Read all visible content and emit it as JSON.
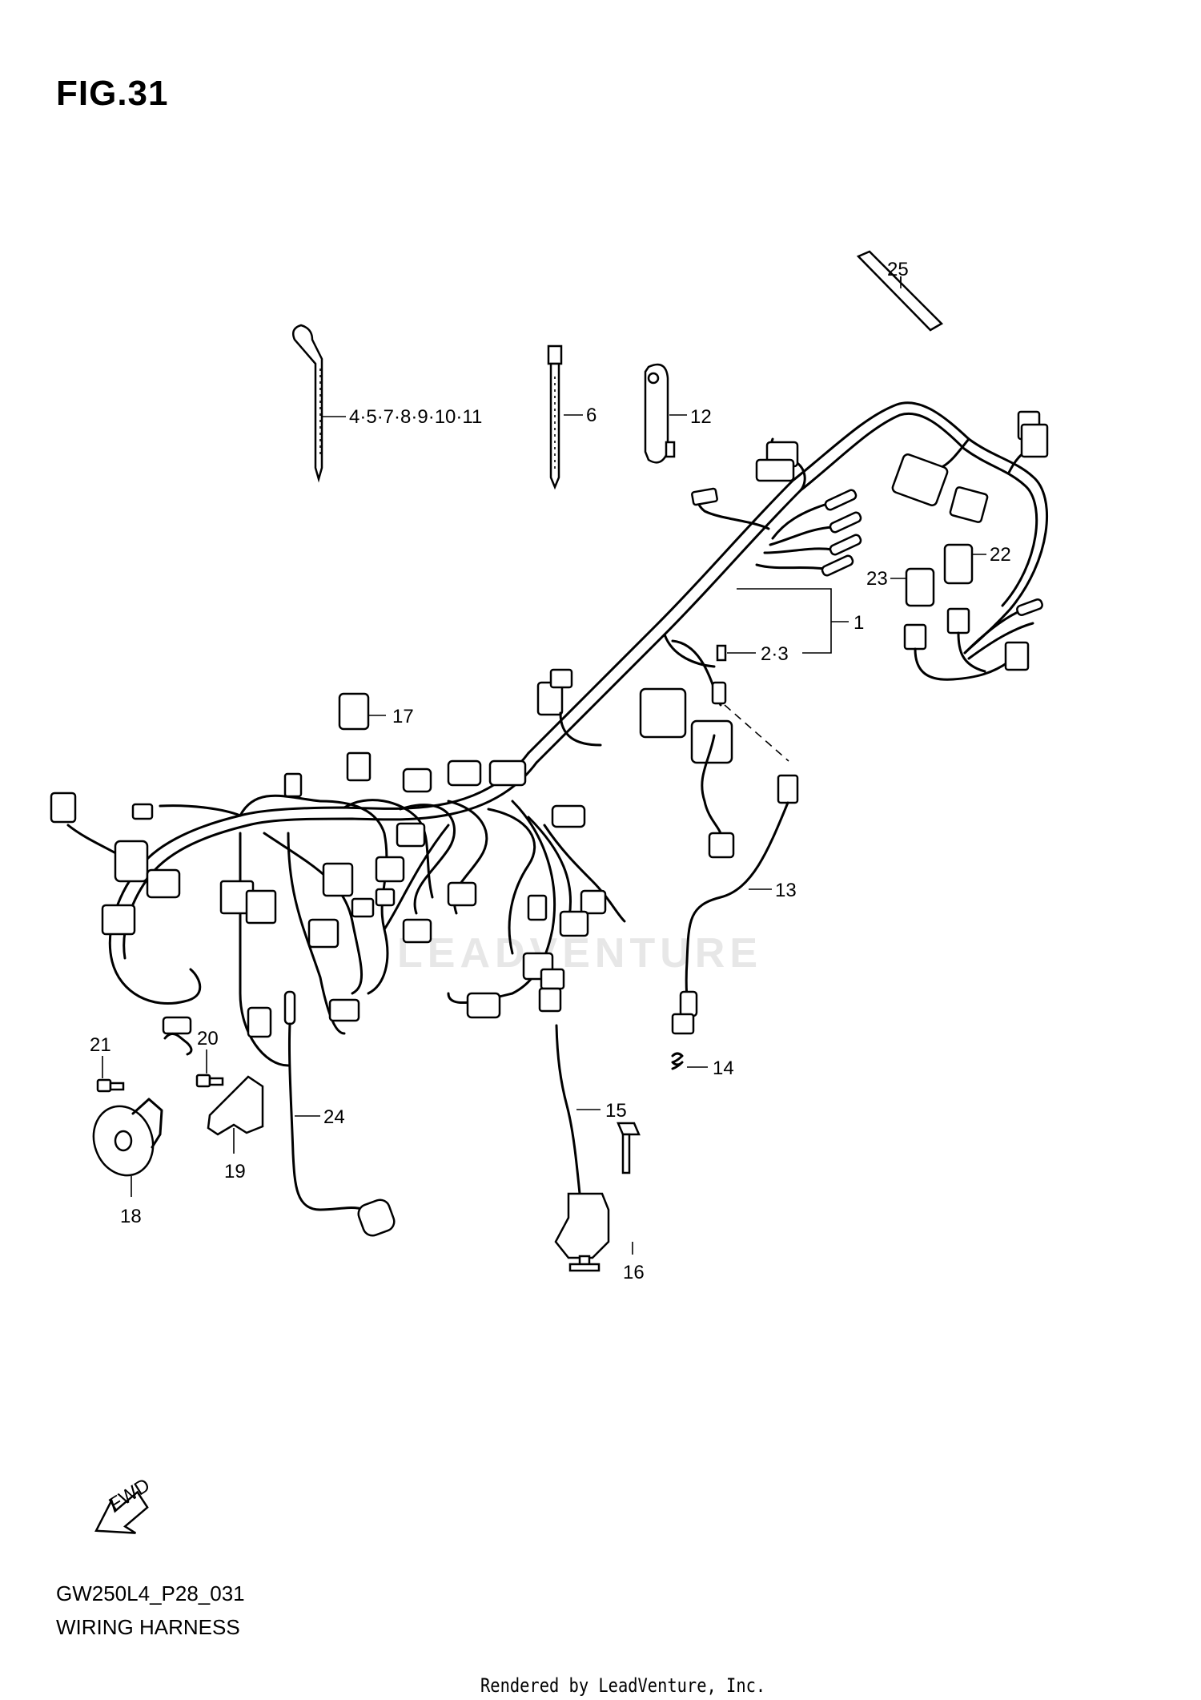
{
  "figure": {
    "title": "FIG.31",
    "code": "GW250L4_P28_031",
    "caption": "WIRING HARNESS",
    "rendered_by": "Rendered by LeadVenture, Inc.",
    "watermark": "LEADVENTURE"
  },
  "callouts": {
    "c1": "1",
    "c2_3": "2·3",
    "c4_11": "4·5·7·8·9·10·11",
    "c6": "6",
    "c12": "12",
    "c13": "13",
    "c14": "14",
    "c15": "15",
    "c16": "16",
    "c17": "17",
    "c18": "18",
    "c19": "19",
    "c20": "20",
    "c21": "21",
    "c22": "22",
    "c23": "23",
    "c24": "24",
    "c25": "25"
  },
  "fwd_arrow": "FWD"
}
